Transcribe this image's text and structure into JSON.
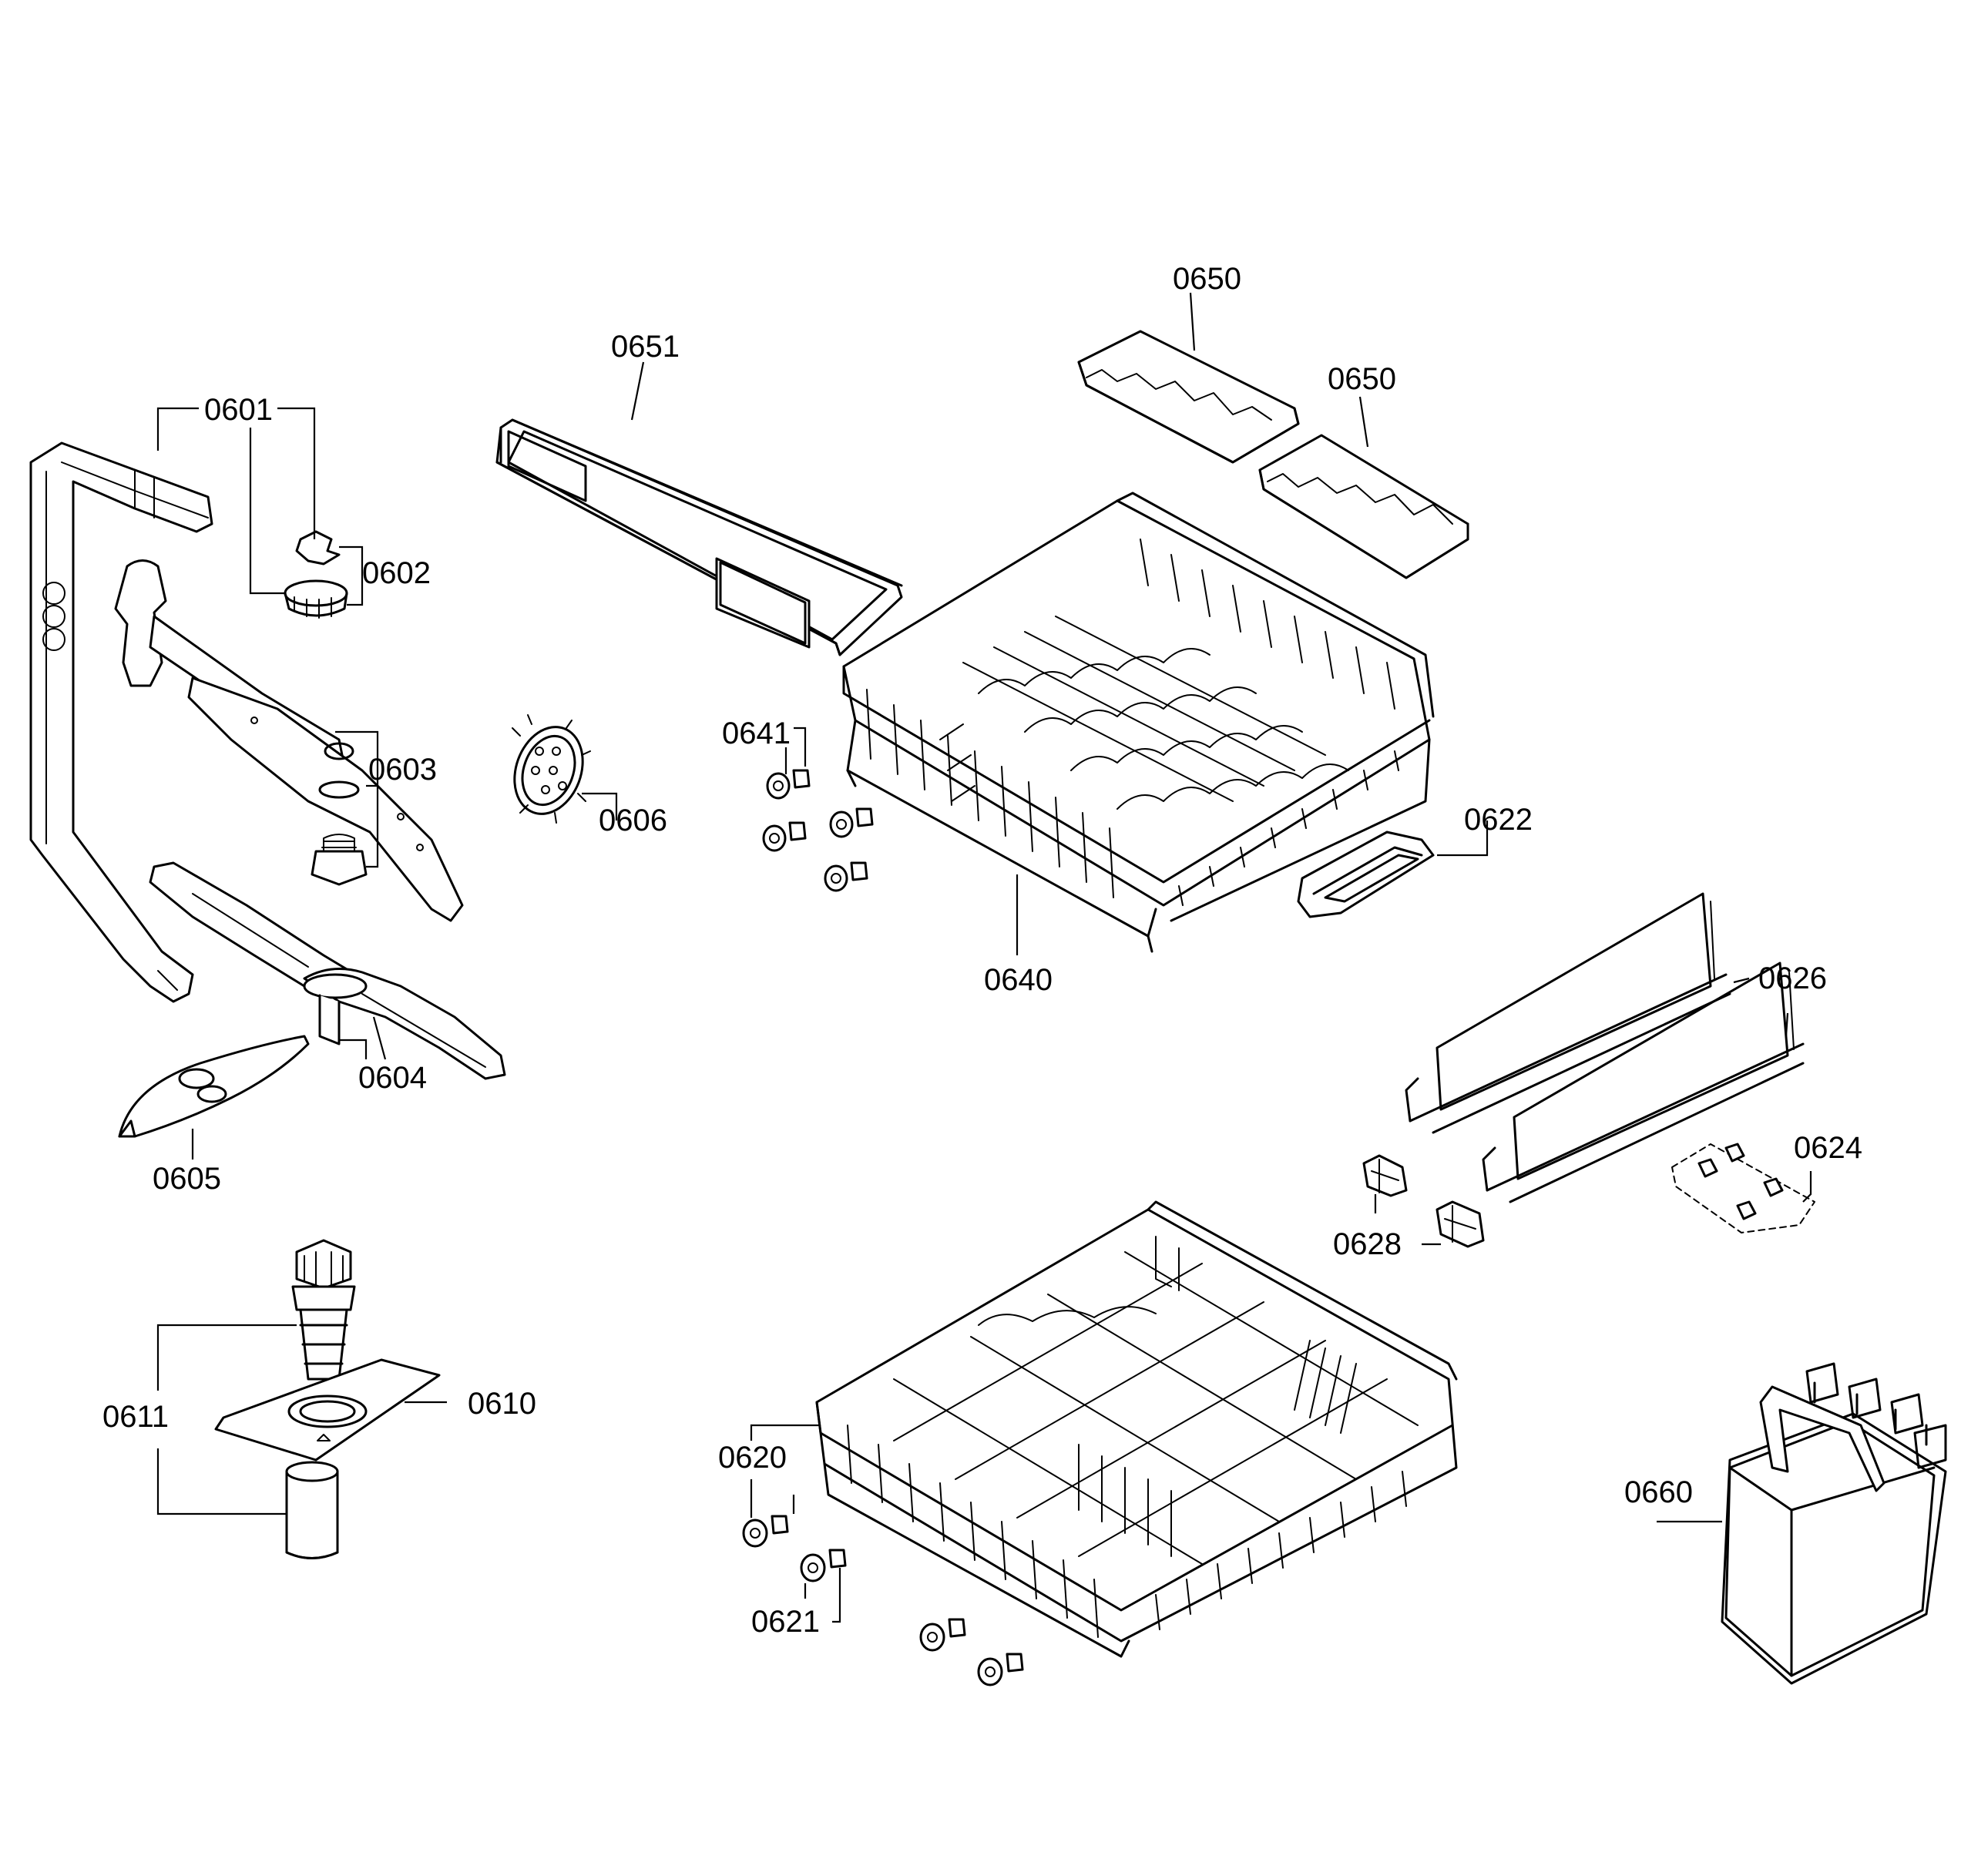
{
  "callouts": {
    "c0601": "0601",
    "c0602": "0602",
    "c0603": "0603",
    "c0604": "0604",
    "c0605": "0605",
    "c0606": "0606",
    "c0610": "0610",
    "c0611": "0611",
    "c0620": "0620",
    "c0621": "0621",
    "c0622": "0622",
    "c0624": "0624",
    "c0626": "0626",
    "c0628": "0628",
    "c0640": "0640",
    "c0641": "0641",
    "c0650a": "0650",
    "c0650b": "0650",
    "c0651": "0651",
    "c0660": "0660"
  }
}
